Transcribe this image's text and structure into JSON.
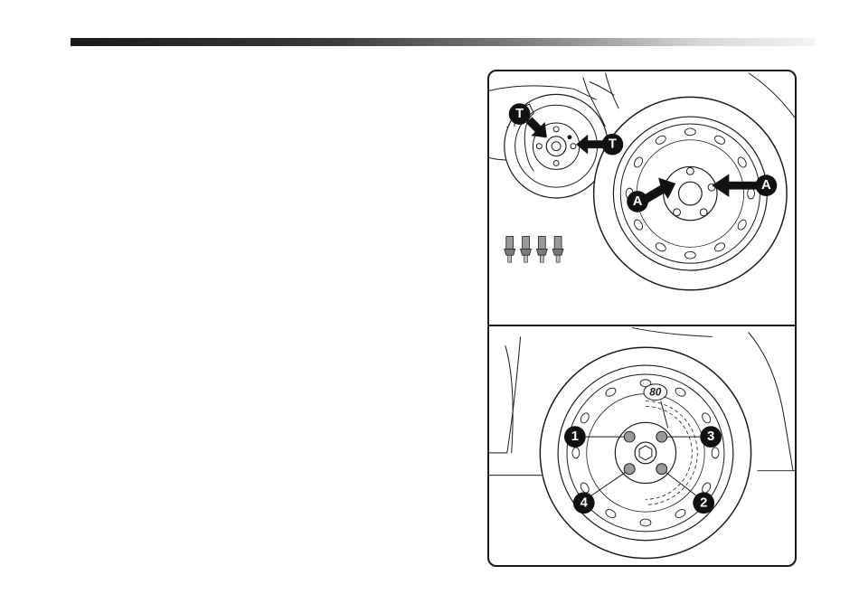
{
  "figure": {
    "top_panel": {
      "callouts": {
        "hub_pin_left": "T",
        "hub_pin_right": "T",
        "wheel_bolt_left": "A",
        "wheel_bolt_right": "A"
      }
    },
    "bottom_panel": {
      "torque_value": "80",
      "bolt_sequence": [
        "1",
        "2",
        "3",
        "4"
      ]
    }
  },
  "colors": {
    "line": "#1a1a1a",
    "callout_fill": "#111111",
    "callout_text": "#ffffff",
    "bolt_fill": "#9a9a9a"
  },
  "icons": [
    "centering-pin-icon",
    "wheel-bolt-icon"
  ]
}
